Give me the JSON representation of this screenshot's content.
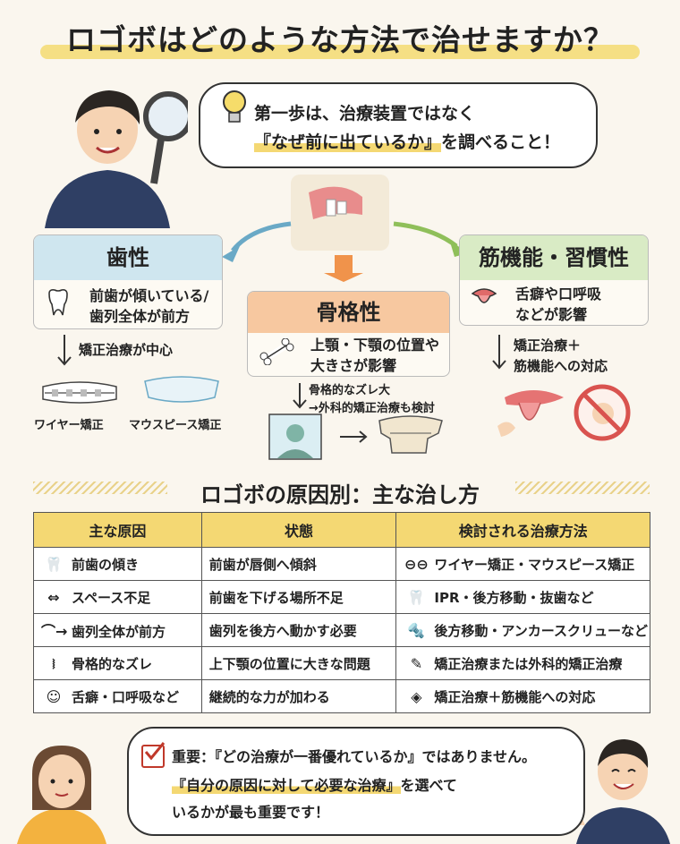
{
  "title": "ロゴボはどのような方法で治せますか？",
  "intro": {
    "line1": "第一歩は、治療装置ではなく",
    "line2_hl": "『なぜ前に出ているか』",
    "line2_rest": "を調べること！"
  },
  "causes": {
    "teeth": {
      "title": "歯性",
      "desc1": "前歯が傾いている/",
      "desc2": "歯列全体が前方",
      "arrow_text": "矯正治療が中心",
      "option1": "ワイヤー矯正",
      "option2": "マウスピース矯正"
    },
    "skeletal": {
      "title": "骨格性",
      "desc1": "上顎・下顎の位置や",
      "desc2": "大きさが影響",
      "note1": "骨格的なズレ大",
      "note2": "→外科的矯正治療も検討"
    },
    "muscle": {
      "title": "筋機能・習慣性",
      "desc1": "舌癖や口呼吸",
      "desc2": "などが影響",
      "arrow_text1": "矯正治療＋",
      "arrow_text2": "筋機能への対応"
    }
  },
  "table_title": "ロゴボの原因別：主な治し方",
  "table": {
    "headers": [
      "主な原因",
      "状態",
      "検討される治療方法"
    ],
    "rows": [
      {
        "icon": "tooth-icon",
        "cause": "前歯の傾き",
        "state": "前歯が唇側へ傾斜",
        "treat_icon": "braces-icon",
        "treatment": "ワイヤー矯正・マウスピース矯正"
      },
      {
        "icon": "space-icon",
        "cause": "スペース不足",
        "state": "前歯を下げる場所不足",
        "treat_icon": "tooth-icon",
        "treatment": "IPR・後方移動・抜歯など"
      },
      {
        "icon": "arch-icon",
        "cause": "歯列全体が前方",
        "state": "歯列を後方へ動かす必要",
        "treat_icon": "screw-icon",
        "treatment": "後方移動・アンカースクリューなど"
      },
      {
        "icon": "spine-icon",
        "cause": "骨格的なズレ",
        "state": "上下顎の位置に大きな問題",
        "treat_icon": "scalpel-icon",
        "treatment": "矯正治療または外科的矯正治療"
      },
      {
        "icon": "head-icon",
        "cause": "舌癖・口呼吸など",
        "state": "継続的な力が加わる",
        "treat_icon": "muscle-icon",
        "treatment": "矯正治療＋筋機能への対応"
      }
    ]
  },
  "important": {
    "label": "重要：",
    "line1": "『どの治療が一番優れているか』ではありません。",
    "line2_hl": "『自分の原因に対して必要な治療』",
    "line2_rest": "を選べて",
    "line3": "いるかが最も重要です！"
  },
  "colors": {
    "teeth_header": "#cfe6ef",
    "skeletal_header": "#f7c8a0",
    "muscle_header": "#d9ebc5",
    "table_header": "#f4d873",
    "highlight": "#f4d873"
  }
}
